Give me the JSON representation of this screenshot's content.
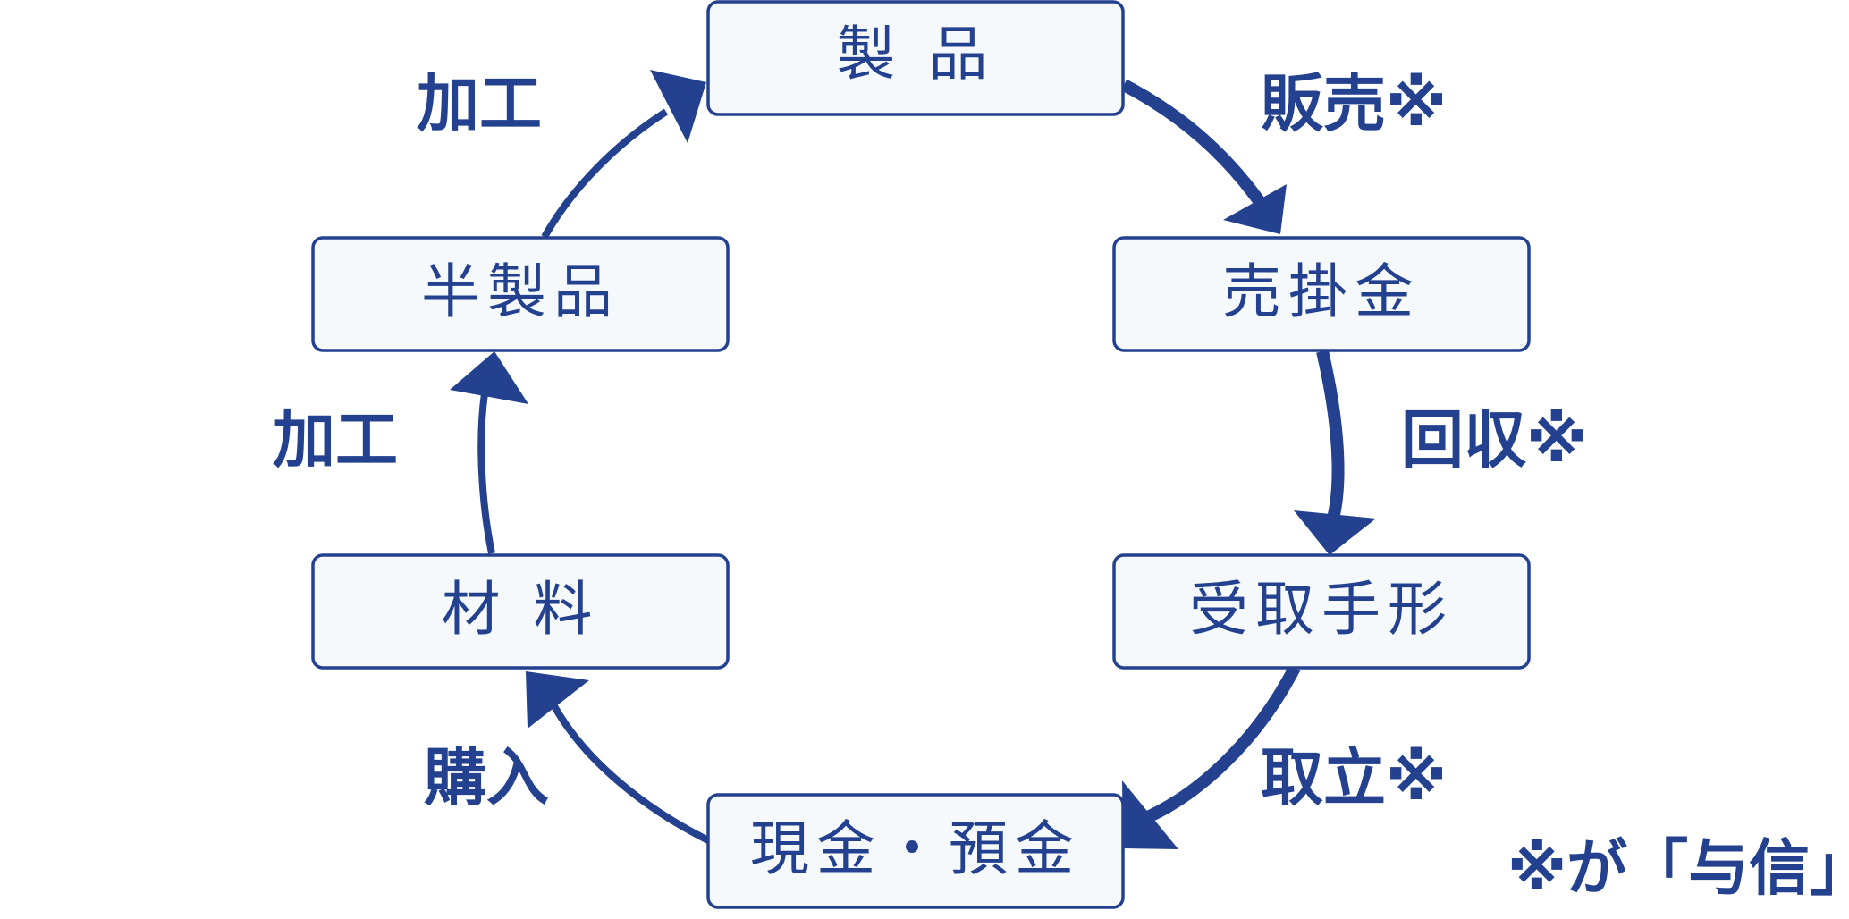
{
  "colors": {
    "primary": "#23418f",
    "box_fill": "#f5f9fc",
    "background": "#ffffff"
  },
  "nodes": {
    "product": "製 品",
    "accounts_receivable": "売掛金",
    "notes_receivable": "受取手形",
    "cash_deposits": "現金・預金",
    "materials": "材 料",
    "semi_finished": "半製品"
  },
  "edges": {
    "sales": "販売※",
    "collection": "回収※",
    "collection_bills": "取立※",
    "purchase": "購入",
    "processing_1": "加工",
    "processing_2": "加工"
  },
  "note": "※が「与信」"
}
